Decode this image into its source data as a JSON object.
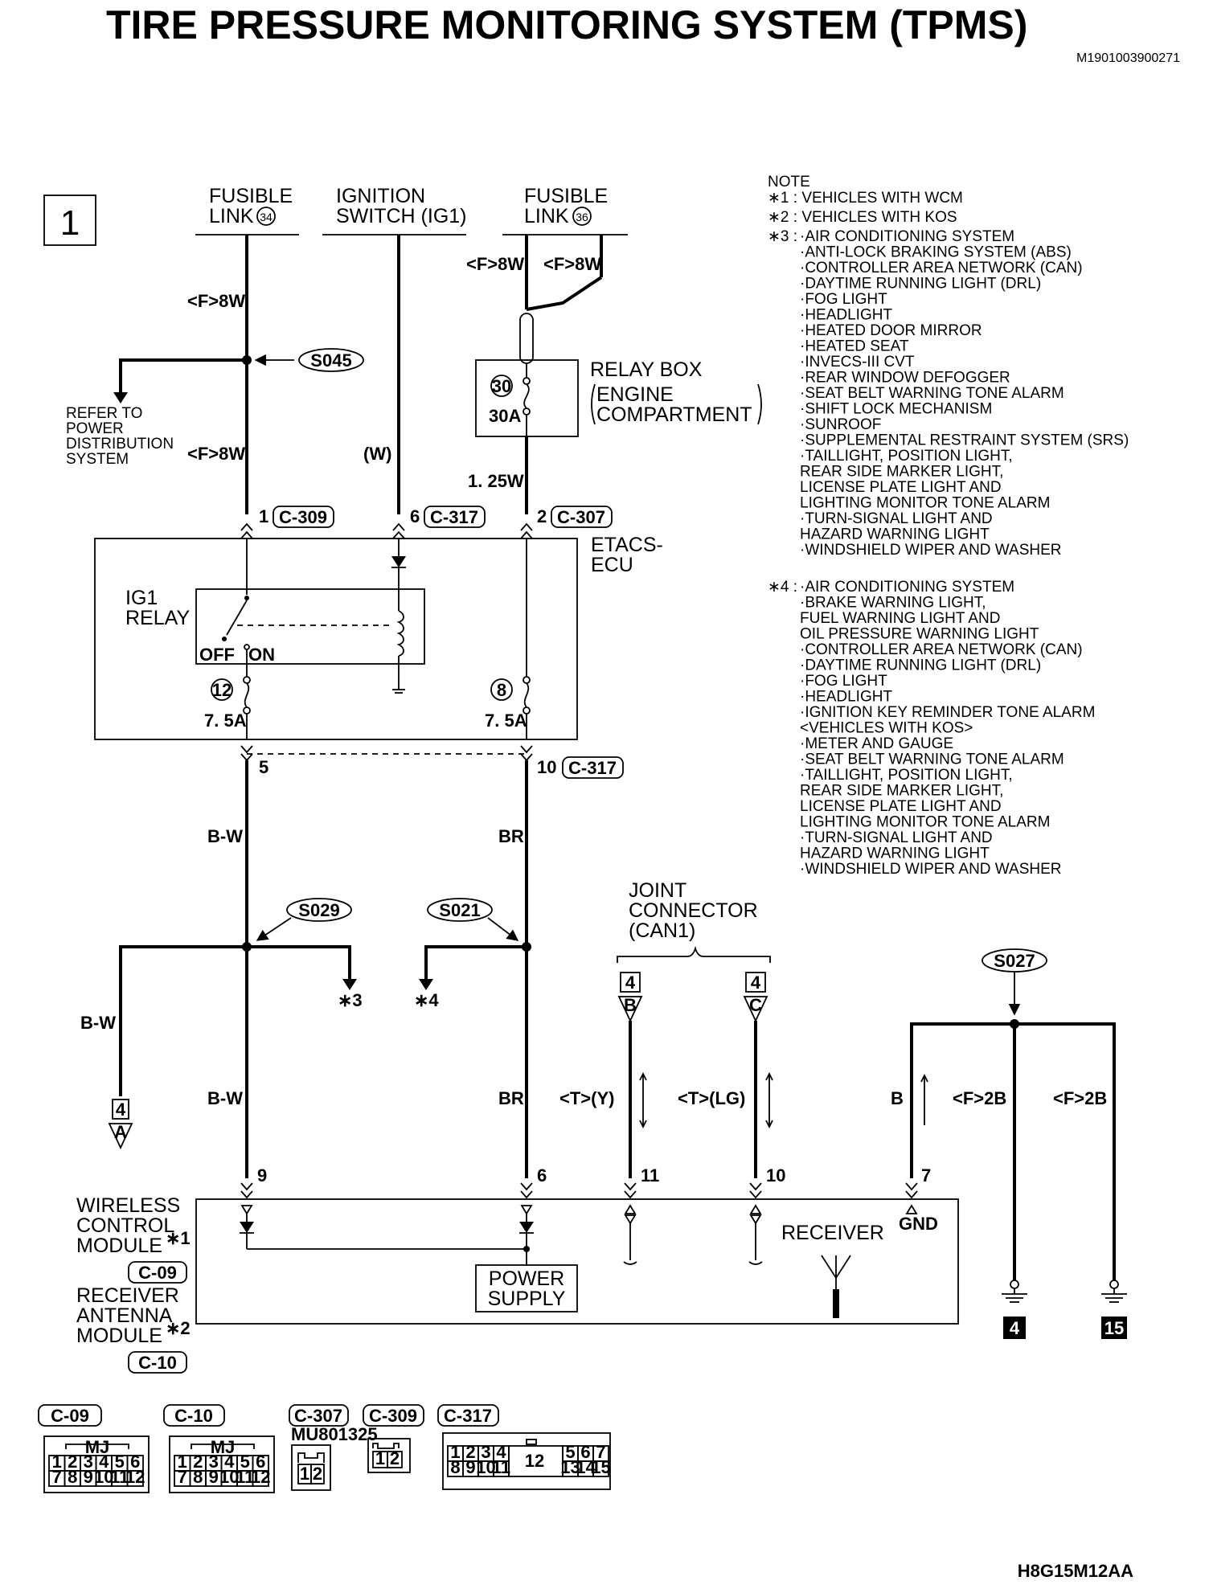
{
  "title": "TIRE PRESSURE MONITORING SYSTEM (TPMS)",
  "doc_id": "M1901003900271",
  "figure_code": "H8G15M12AA",
  "page_no": "1",
  "power_sources": {
    "fusible_link_34": {
      "line1": "FUSIBLE",
      "line2": "LINK",
      "num": "34"
    },
    "ignition_switch": {
      "line1": "IGNITION",
      "line2": "SWITCH (IG1)"
    },
    "fusible_link_36": {
      "line1": "FUSIBLE",
      "line2": "LINK",
      "num": "36"
    }
  },
  "wire_labels": {
    "fl34_top": "<F>8W",
    "fl34_bottom": "<F>8W",
    "fl36_left": "<F>8W",
    "fl36_right": "<F>8W",
    "ig1": "(W)",
    "relay_out": "1. 25W",
    "bw_1": "B-W",
    "br_1": "BR",
    "bw_branch": "B-W",
    "bw_2": "B-W",
    "br_2": "BR",
    "can_y": "<T>(Y)",
    "can_lg": "<T>(LG)",
    "gnd_b": "B",
    "gnd_2b_a": "<F>2B",
    "gnd_2b_b": "<F>2B"
  },
  "splices": {
    "s045": "S045",
    "s029": "S029",
    "s021": "S021",
    "s027": "S027"
  },
  "refer_to": [
    "REFER TO",
    "POWER",
    "DISTRIBUTION",
    "SYSTEM"
  ],
  "relay_box": {
    "label1": "RELAY BOX",
    "label2": "ENGINE",
    "label3": "COMPARTMENT",
    "fuse_num": "30",
    "fuse_amp": "30A"
  },
  "etacs": {
    "label1": "ETACS-",
    "label2": "ECU",
    "relay_line1": "IG1",
    "relay_line2": "RELAY",
    "off": "OFF",
    "on": "ON",
    "fuse_a_num": "12",
    "fuse_a_amp": "7. 5A",
    "fuse_b_num": "8",
    "fuse_b_amp": "7. 5A"
  },
  "pins": {
    "p1": "1",
    "c309": "C-309",
    "p6": "6",
    "c317a": "C-317",
    "p2": "2",
    "c307": "C-307",
    "p5": "5",
    "p10": "10",
    "c317b": "C-317",
    "m9": "9",
    "m6": "6",
    "m11": "11",
    "m10": "10",
    "m7": "7"
  },
  "refs": {
    "star3": "∗3",
    "star4": "∗4"
  },
  "joint_connector": {
    "line1": "JOINT",
    "line2": "CONNECTOR",
    "line3": "(CAN1)",
    "num_b": "4",
    "letter_b": "B",
    "num_c": "4",
    "letter_c": "C"
  },
  "conn_a": {
    "num": "4",
    "letter": "A"
  },
  "module": {
    "wcm_line1": "WIRELESS",
    "wcm_line2": "CONTROL",
    "wcm_line3": "MODULE",
    "star1": "∗1",
    "c09": "C-09",
    "ram_line1": "RECEIVER",
    "ram_line2": "ANTENNA",
    "ram_line3": "MODULE",
    "star2": "∗2",
    "c10": "C-10",
    "power1": "POWER",
    "power2": "SUPPLY",
    "receiver": "RECEIVER",
    "gnd": "GND"
  },
  "grounds": {
    "g4": "4",
    "g15": "15"
  },
  "notes": {
    "header": "NOTE",
    "n1": "∗1 : VEHICLES WITH WCM",
    "n2": "∗2 : VEHICLES WITH KOS",
    "n3_label": "∗3 :",
    "n3_items": [
      "·AIR CONDITIONING SYSTEM",
      "·ANTI-LOCK BRAKING SYSTEM (ABS)",
      "·CONTROLLER AREA NETWORK (CAN)",
      "·DAYTIME RUNNING LIGHT (DRL)",
      "·FOG LIGHT",
      "·HEADLIGHT",
      "·HEATED DOOR MIRROR",
      "·HEATED SEAT",
      "·INVECS-III CVT",
      "·REAR WINDOW DEFOGGER",
      "·SEAT BELT WARNING TONE ALARM",
      "·SHIFT LOCK MECHANISM",
      "·SUNROOF",
      "·SUPPLEMENTAL RESTRAINT SYSTEM (SRS)",
      "·TAILLIGHT, POSITION LIGHT,",
      " REAR SIDE MARKER LIGHT,",
      " LICENSE PLATE LIGHT AND",
      " LIGHTING MONITOR TONE ALARM",
      "·TURN-SIGNAL LIGHT AND",
      " HAZARD WARNING LIGHT",
      "·WINDSHIELD WIPER AND WASHER"
    ],
    "n4_label": "∗4 :",
    "n4_items": [
      "·AIR CONDITIONING SYSTEM",
      "·BRAKE WARNING LIGHT,",
      " FUEL WARNING LIGHT AND",
      " OIL PRESSURE WARNING LIGHT",
      "·CONTROLLER AREA NETWORK (CAN)",
      "·DAYTIME RUNNING LIGHT (DRL)",
      "·FOG LIGHT",
      "·HEADLIGHT",
      "·IGNITION KEY REMINDER TONE ALARM",
      " <VEHICLES WITH KOS>",
      "·METER AND GAUGE",
      "·SEAT BELT WARNING TONE ALARM",
      "·TAILLIGHT, POSITION LIGHT,",
      " REAR SIDE MARKER LIGHT,",
      " LICENSE PLATE LIGHT AND",
      " LIGHTING MONITOR TONE ALARM",
      "·TURN-SIGNAL LIGHT AND",
      " HAZARD WARNING LIGHT",
      "·WINDSHIELD WIPER AND WASHER"
    ]
  },
  "connector_legend": {
    "c09": {
      "code": "C-09",
      "tag": "MJ",
      "row1": [
        "1",
        "2",
        "3",
        "4",
        "5",
        "6"
      ],
      "row2": [
        "7",
        "8",
        "9",
        "10",
        "11",
        "12"
      ]
    },
    "c10": {
      "code": "C-10",
      "tag": "MJ",
      "row1": [
        "1",
        "2",
        "3",
        "4",
        "5",
        "6"
      ],
      "row2": [
        "7",
        "8",
        "9",
        "10",
        "11",
        "12"
      ]
    },
    "c307": {
      "code": "C-307",
      "part": "MU801325",
      "pins": [
        "1",
        "2"
      ]
    },
    "c309": {
      "code": "C-309",
      "pins": [
        "1",
        "2"
      ]
    },
    "c317": {
      "code": "C-317",
      "row1": [
        "1",
        "2",
        "3",
        "4",
        "5",
        "6",
        "7"
      ],
      "center": "12",
      "row2": [
        "8",
        "9",
        "10",
        "11",
        "13",
        "14",
        "15"
      ]
    }
  }
}
